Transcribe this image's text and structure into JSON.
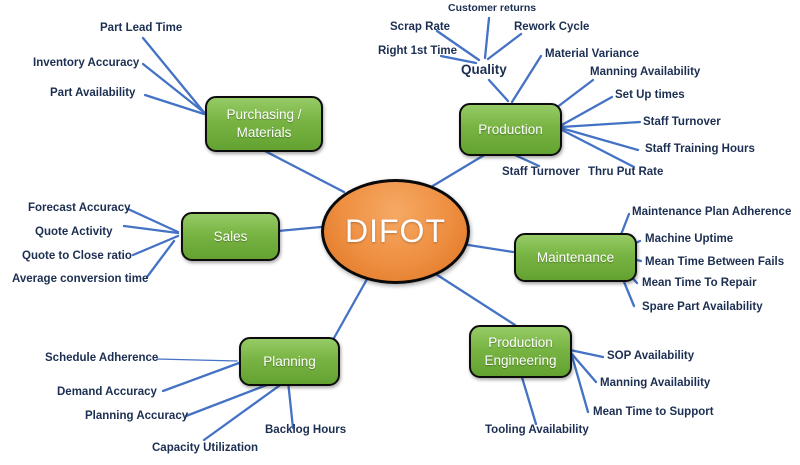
{
  "diagram_title": "DIFOT mind map",
  "colors": {
    "branch_node_green": "#70ad47",
    "center_orange": "#e87c28",
    "connector_blue": "#4472c4",
    "leaf_text": "#1c2f52",
    "node_text": "#ffffff",
    "node_border": "#0c0c0c"
  },
  "center": {
    "label": "DIFOT"
  },
  "branches": {
    "purchasing_materials": {
      "label": "Purchasing /\nMaterials",
      "leaves": [
        "Part Lead Time",
        "Inventory Accuracy",
        "Part Availability"
      ]
    },
    "production": {
      "label": "Production",
      "quality": {
        "label": "Quality",
        "leaves": [
          "Customer returns",
          "Scrap Rate",
          "Rework Cycle",
          "Right 1st Time"
        ]
      },
      "leaves": [
        "Material Variance",
        "Manning Availability",
        "Set Up times",
        "Staff Turnover",
        "Staff Training Hours",
        "Staff Turnover",
        "Thru Put Rate"
      ]
    },
    "sales": {
      "label": "Sales",
      "leaves": [
        "Forecast Accuracy",
        "Quote Activity",
        "Quote to Close ratio",
        "Average conversion time"
      ]
    },
    "maintenance": {
      "label": "Maintenance",
      "leaves": [
        "Maintenance Plan Adherence",
        "Machine Uptime",
        "Mean Time Between Fails",
        "Mean Time To Repair",
        "Spare Part Availability"
      ]
    },
    "planning": {
      "label": "Planning",
      "leaves": [
        "Schedule Adherence",
        "Demand Accuracy",
        "Planning Accuracy",
        "Capacity Utilization",
        "Backlog Hours"
      ]
    },
    "production_engineering": {
      "label": "Production\nEngineering",
      "leaves": [
        "SOP Availability",
        "Manning Availability",
        "Mean Time to Support",
        "Tooling Availability"
      ]
    }
  }
}
